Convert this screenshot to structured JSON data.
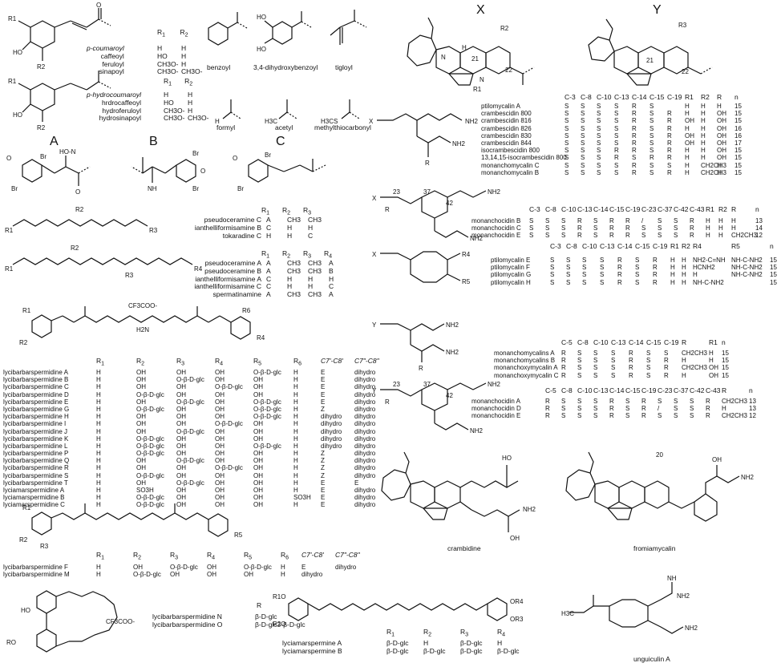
{
  "panels": {
    "A": "A",
    "B": "B",
    "C": "C",
    "X": "X",
    "Y": "Y"
  },
  "acyl_table": {
    "r1": "R",
    "r2": "R",
    "row_names": [
      "p-coumaroyl",
      "caffeoyl",
      "feruloyl",
      "sinapoyl"
    ],
    "r1_vals": [
      "H",
      "HO",
      "CH3O-",
      "CH3O-"
    ],
    "r2_vals": [
      "H",
      "H",
      "H",
      "CH3O-"
    ],
    "extra": [
      "benzoyl",
      "3,4-dihydroxybenzoyl",
      "tigloyl"
    ]
  },
  "hydro_table": {
    "row_names": [
      "p-hydrocoumaroyl",
      "hrdrocaffeoyl",
      "hydroferuloyl",
      "hydrosinapoyl"
    ],
    "r1_vals": [
      "H",
      "HO",
      "CH3O-",
      "CH3O-"
    ],
    "r2_vals": [
      "H",
      "H",
      "H",
      "CH3O-"
    ],
    "extra": [
      "formyl",
      "acetyl",
      "methylthiocarbonyl"
    ]
  },
  "pseudo_table1": {
    "headers": [
      "R1",
      "R2",
      "R3"
    ],
    "rows": [
      {
        "name": "pseudoceramine C",
        "vals": [
          "A",
          "CH3",
          "CH3"
        ]
      },
      {
        "name": "ianthelliformisamine B",
        "vals": [
          "C",
          "H",
          "H"
        ]
      },
      {
        "name": "tokaradine C",
        "vals": [
          "H",
          "H",
          "C"
        ]
      }
    ]
  },
  "pseudo_table2": {
    "headers": [
      "R1",
      "R2",
      "R3",
      "R4"
    ],
    "rows": [
      {
        "name": "pseudoceramine A",
        "vals": [
          "A",
          "CH3",
          "CH3",
          "A"
        ]
      },
      {
        "name": "pseudoceramine B",
        "vals": [
          "A",
          "CH3",
          "CH3",
          "B"
        ]
      },
      {
        "name": "ianthelliformisamine A",
        "vals": [
          "C",
          "H",
          "H",
          "H"
        ]
      },
      {
        "name": "ianthelliformisamine C",
        "vals": [
          "C",
          "H",
          "H",
          "C"
        ]
      },
      {
        "name": "spermatinamine",
        "vals": [
          "A",
          "CH3",
          "CH3",
          "A"
        ]
      }
    ]
  },
  "lycibar_table": {
    "headers": [
      "R1",
      "R2",
      "R3",
      "R4",
      "R5",
      "R6",
      "C7'-C8'",
      "C7\"-C8\""
    ],
    "rows": [
      {
        "name": "lycibarbarspermidine A",
        "vals": [
          "H",
          "OH",
          "OH",
          "OH",
          "O-β-D-glc",
          "H",
          "E",
          "dihydro"
        ]
      },
      {
        "name": "lycibarbarspermidine B",
        "vals": [
          "H",
          "OH",
          "O-β-D-glc",
          "OH",
          "OH",
          "H",
          "E",
          "dihydro"
        ]
      },
      {
        "name": "lycibarbarspermidine C",
        "vals": [
          "H",
          "OH",
          "OH",
          "O-β-D-glc",
          "OH",
          "H",
          "E",
          "dihydro"
        ]
      },
      {
        "name": "lycibarbarspermidine D",
        "vals": [
          "H",
          "O-β-D-glc",
          "OH",
          "OH",
          "OH",
          "H",
          "E",
          "dihydro"
        ]
      },
      {
        "name": "lycibarbarspermidine E",
        "vals": [
          "H",
          "OH",
          "O-β-D-glc",
          "OH",
          "O-β-D-glc",
          "H",
          "E",
          "dihydro"
        ]
      },
      {
        "name": "lycibarbarspermidine G",
        "vals": [
          "H",
          "O-β-D-glc",
          "OH",
          "OH",
          "O-β-D-glc",
          "H",
          "Z",
          "dihydro"
        ]
      },
      {
        "name": "lycibarbarspermidine H",
        "vals": [
          "H",
          "OH",
          "OH",
          "OH",
          "O-β-D-glc",
          "H",
          "dihydro",
          "dihydro"
        ]
      },
      {
        "name": "lycibarbarspermidine I",
        "vals": [
          "H",
          "OH",
          "OH",
          "O-β-D-glc",
          "OH",
          "H",
          "dihydro",
          "dihydro"
        ]
      },
      {
        "name": "lycibarbarspermidine J",
        "vals": [
          "H",
          "OH",
          "O-β-D-glc",
          "OH",
          "OH",
          "H",
          "dihydro",
          "dihydro"
        ]
      },
      {
        "name": "lycibarbarspermidine K",
        "vals": [
          "H",
          "O-β-D-glc",
          "OH",
          "OH",
          "OH",
          "H",
          "dihydro",
          "dihydro"
        ]
      },
      {
        "name": "lycibarbarspermidine L",
        "vals": [
          "H",
          "O-β-D-glc",
          "OH",
          "OH",
          "O-β-D-glc",
          "H",
          "dihydro",
          "dihydro"
        ]
      },
      {
        "name": "lycibarbarspermidine P",
        "vals": [
          "H",
          "O-β-D-glc",
          "OH",
          "OH",
          "OH",
          "H",
          "Z",
          "dihydro"
        ]
      },
      {
        "name": "lycibarbarspermidine Q",
        "vals": [
          "H",
          "OH",
          "O-β-D-glc",
          "OH",
          "OH",
          "H",
          "Z",
          "dihydro"
        ]
      },
      {
        "name": "lycibarbarspermidine R",
        "vals": [
          "H",
          "OH",
          "OH",
          "O-β-D-glc",
          "OH",
          "H",
          "Z",
          "dihydro"
        ]
      },
      {
        "name": "lycibarbarspermidine S",
        "vals": [
          "H",
          "O-β-D-glc",
          "OH",
          "OH",
          "OH",
          "H",
          "Z",
          "dihydro"
        ]
      },
      {
        "name": "lycibarbarspermidine T",
        "vals": [
          "H",
          "OH",
          "O-β-D-glc",
          "OH",
          "OH",
          "H",
          "E",
          "E"
        ]
      },
      {
        "name": "lyciamarspermidine A",
        "vals": [
          "H",
          "SO3H",
          "OH",
          "OH",
          "OH",
          "H",
          "E",
          "dihydro"
        ]
      },
      {
        "name": "lyciamarspermidine B",
        "vals": [
          "H",
          "O-β-D-glc",
          "OH",
          "OH",
          "OH",
          "SO3H",
          "E",
          "dihydro"
        ]
      },
      {
        "name": "lyciamarspermidine C",
        "vals": [
          "H",
          "O-β-D-glc",
          "OH",
          "OH",
          "OH",
          "H",
          "E",
          "dihydro"
        ]
      }
    ]
  },
  "lycibar_fm": {
    "headers": [
      "R1",
      "R2",
      "R3",
      "R4",
      "R5",
      "R6",
      "C7'-C8'",
      "C7\"-C8\""
    ],
    "rows": [
      {
        "name": "lycibarbarspermidine F",
        "vals": [
          "H",
          "OH",
          "O-β-D-glc",
          "OH",
          "O-β-D-glc",
          "H",
          "E",
          "dihydro"
        ]
      },
      {
        "name": "lycibarbarspermidine M",
        "vals": [
          "H",
          "O-β-D-glc",
          "OH",
          "OH",
          "OH",
          "H",
          "dihydro",
          ""
        ]
      }
    ]
  },
  "lycibar_no": {
    "header": "R",
    "rows": [
      {
        "name": "lycibarbarspermidine N",
        "val": "β-D-glc"
      },
      {
        "name": "lycibarbarspermidine O",
        "val": "β-D-glc3-β-D-glc"
      }
    ]
  },
  "lyciamarspermine": {
    "headers": [
      "R1",
      "R2",
      "R3",
      "R4"
    ],
    "rows": [
      {
        "name": "lyciamarspermine A",
        "vals": [
          "β-D-glc",
          "H",
          "β-D-glc",
          "H"
        ]
      },
      {
        "name": "lyciamarspermine B",
        "vals": [
          "β-D-glc",
          "β-D-glc",
          "β-D-glc",
          "β-D-glc"
        ]
      }
    ]
  },
  "crambe_table": {
    "headers": [
      "C-3",
      "C-8",
      "C-10",
      "C-13",
      "C-14",
      "C-15",
      "C-19",
      "R1",
      "R2",
      "R",
      "n"
    ],
    "rows": [
      {
        "name": "ptilomycalin A",
        "vals": [
          "S",
          "S",
          "S",
          "S",
          "R",
          "S",
          "",
          "H",
          "H",
          "H",
          "15"
        ]
      },
      {
        "name": "crambescidin 800",
        "vals": [
          "S",
          "S",
          "S",
          "S",
          "R",
          "S",
          "R",
          "H",
          "H",
          "OH",
          "15"
        ]
      },
      {
        "name": "crambescidin 816",
        "vals": [
          "S",
          "S",
          "S",
          "S",
          "R",
          "S",
          "R",
          "OH",
          "H",
          "OH",
          "15"
        ]
      },
      {
        "name": "crambescidin 826",
        "vals": [
          "S",
          "S",
          "S",
          "S",
          "R",
          "S",
          "R",
          "H",
          "H",
          "OH",
          "16"
        ]
      },
      {
        "name": "crambescidin 830",
        "vals": [
          "S",
          "S",
          "S",
          "S",
          "R",
          "S",
          "R",
          "OH",
          "H",
          "OH",
          "16"
        ]
      },
      {
        "name": "crambescidin 844",
        "vals": [
          "S",
          "S",
          "S",
          "S",
          "R",
          "S",
          "R",
          "OH",
          "H",
          "OH",
          "17"
        ]
      },
      {
        "name": "isocrambescidin 800",
        "vals": [
          "S",
          "S",
          "S",
          "R",
          "R",
          "S",
          "R",
          "H",
          "H",
          "OH",
          "15"
        ]
      },
      {
        "name": "13,14,15-isocrambescidin 800",
        "vals": [
          "S",
          "S",
          "S",
          "R",
          "S",
          "R",
          "R",
          "H",
          "H",
          "OH",
          "15"
        ]
      },
      {
        "name": "monanchomycalin C",
        "vals": [
          "S",
          "S",
          "S",
          "S",
          "R",
          "S",
          "S",
          "H",
          "CH2CH3",
          "H",
          "15"
        ]
      },
      {
        "name": "monanchomycalin B",
        "vals": [
          "S",
          "S",
          "S",
          "S",
          "R",
          "S",
          "R",
          "H",
          "CH2CH3",
          "H",
          "15"
        ]
      }
    ]
  },
  "monan_table1": {
    "headers": [
      "C-3",
      "C-8",
      "C-10",
      "C-13",
      "C-14",
      "C-15",
      "C-19",
      "C-23",
      "C-37",
      "C-42",
      "C-43",
      "R1",
      "R2",
      "R",
      "n"
    ],
    "rows": [
      {
        "name": "monanchocidin B",
        "vals": [
          "S",
          "S",
          "S",
          "R",
          "S",
          "R",
          "R",
          "/",
          "S",
          "S",
          "R",
          "H",
          "H",
          "H",
          "13"
        ]
      },
      {
        "name": "monanchocidin C",
        "vals": [
          "S",
          "S",
          "S",
          "R",
          "S",
          "R",
          "R",
          "S",
          "S",
          "S",
          "R",
          "H",
          "H",
          "H",
          "14"
        ]
      },
      {
        "name": "monanchocidin E",
        "vals": [
          "S",
          "S",
          "S",
          "R",
          "S",
          "R",
          "R",
          "S",
          "S",
          "S",
          "R",
          "H",
          "H",
          "CH2CH3",
          "12"
        ]
      }
    ]
  },
  "ptilo_table": {
    "headers": [
      "C-3",
      "C-8",
      "C-10",
      "C-13",
      "C-14",
      "C-15",
      "C-19",
      "R1",
      "R2",
      "R4",
      "R5",
      "n"
    ],
    "rows": [
      {
        "name": "ptilomycalin E",
        "vals": [
          "S",
          "S",
          "S",
          "S",
          "R",
          "S",
          "R",
          "H",
          "H",
          "NH2-C=NH",
          "NH-C-NH2",
          "15"
        ]
      },
      {
        "name": "ptilomycalin F",
        "vals": [
          "S",
          "S",
          "S",
          "S",
          "R",
          "S",
          "R",
          "H",
          "H",
          "HCNH2",
          "NH-C-NH2",
          "15"
        ]
      },
      {
        "name": "ptilomycalin G",
        "vals": [
          "S",
          "S",
          "S",
          "S",
          "R",
          "S",
          "R",
          "H",
          "H",
          "H",
          "NH-C-NH2",
          "15"
        ]
      },
      {
        "name": "ptilomycalin H",
        "vals": [
          "S",
          "S",
          "S",
          "S",
          "R",
          "S",
          "R",
          "H",
          "H",
          "NH-C-NH2",
          "",
          "15"
        ]
      }
    ]
  },
  "monancho_table": {
    "headers": [
      "C-5",
      "C-8",
      "C-10",
      "C-13",
      "C-14",
      "C-15",
      "C-19",
      "R",
      "R1",
      "n"
    ],
    "rows": [
      {
        "name": "monanchomycalins A",
        "vals": [
          "R",
          "S",
          "S",
          "S",
          "R",
          "S",
          "S",
          "CH2CH3",
          "H",
          "15"
        ]
      },
      {
        "name": "monanchomycalins B",
        "vals": [
          "R",
          "S",
          "S",
          "S",
          "R",
          "S",
          "R",
          "H",
          "H",
          "15"
        ]
      },
      {
        "name": "monanchoxymycalin A",
        "vals": [
          "R",
          "S",
          "S",
          "S",
          "R",
          "S",
          "R",
          "CH2CH3",
          "OH",
          "15"
        ]
      },
      {
        "name": "monanchoxymycalin C",
        "vals": [
          "R",
          "S",
          "S",
          "S",
          "R",
          "S",
          "R",
          "H",
          "OH",
          "15"
        ]
      }
    ]
  },
  "monan_table2": {
    "headers": [
      "C-5",
      "C-8",
      "C-10",
      "C-13",
      "C-14",
      "C-15",
      "C-19",
      "C-23",
      "C-37",
      "C-42",
      "C-43",
      "R",
      "n"
    ],
    "rows": [
      {
        "name": "monanchocidin A",
        "vals": [
          "R",
          "S",
          "S",
          "S",
          "R",
          "S",
          "R",
          "S",
          "S",
          "S",
          "R",
          "CH2CH3",
          "13"
        ]
      },
      {
        "name": "monanchocidin D",
        "vals": [
          "R",
          "S",
          "S",
          "S",
          "R",
          "S",
          "R",
          "/",
          "S",
          "S",
          "R",
          "H",
          "13"
        ]
      },
      {
        "name": "monanchocidin E",
        "vals": [
          "R",
          "S",
          "S",
          "S",
          "R",
          "S",
          "R",
          "S",
          "S",
          "S",
          "R",
          "CH2CH3",
          "12"
        ]
      }
    ]
  },
  "named_structures": {
    "crambidine": "crambidine",
    "fromiamycalin": "fromiamycalin",
    "unguiculin": "unguiculin A"
  }
}
